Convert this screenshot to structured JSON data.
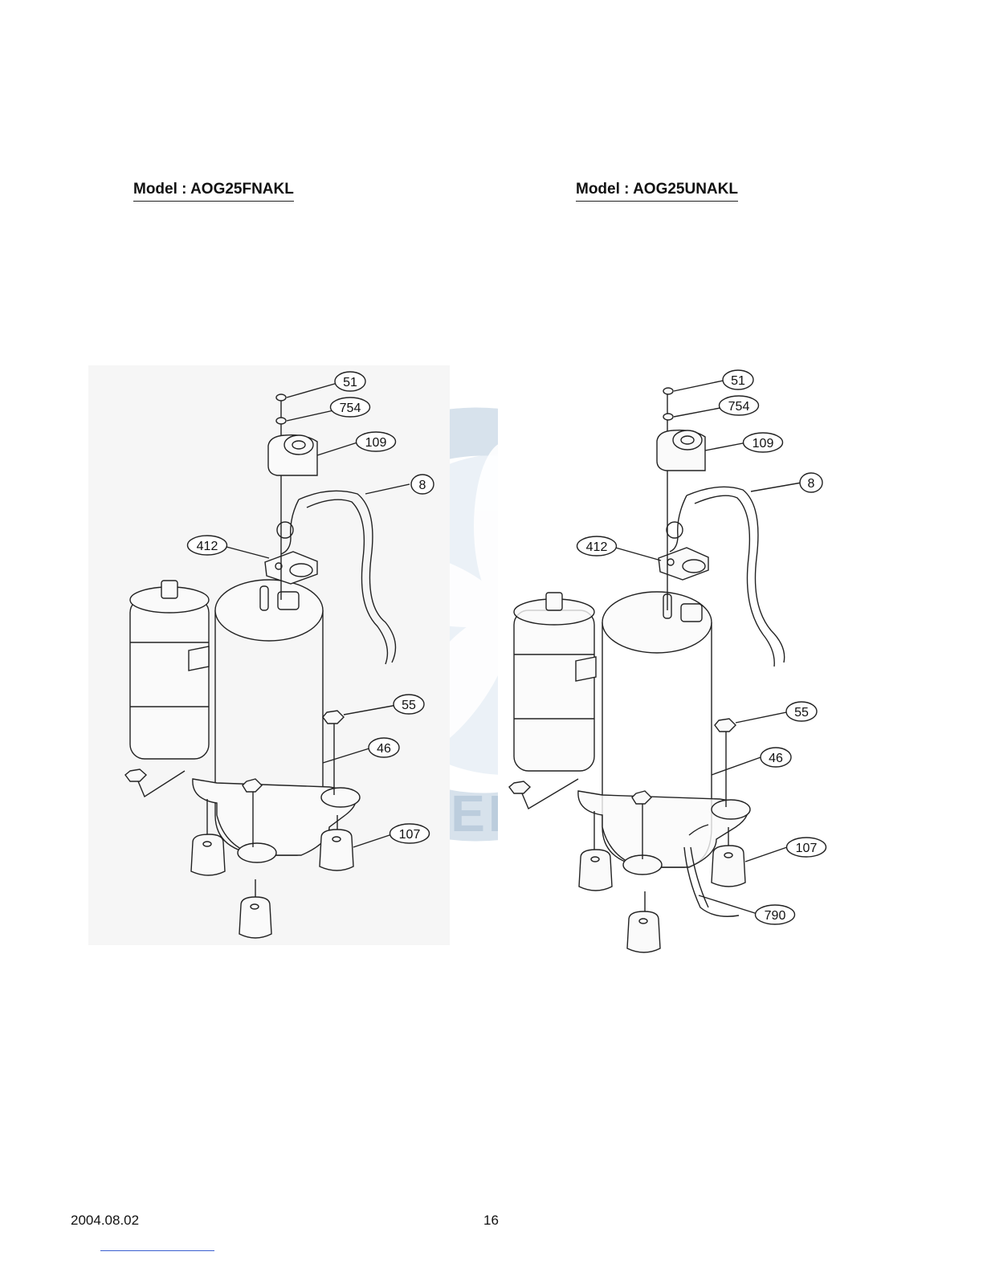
{
  "titles": {
    "left": "Model : AOG25FNAKL",
    "right": "Model : AOG25UNAKL"
  },
  "watermark_text": "EMINDEL CLIMA",
  "left_callouts": [
    "51",
    "754",
    "109",
    "8",
    "412",
    "55",
    "46",
    "107"
  ],
  "right_callouts": [
    "51",
    "754",
    "109",
    "8",
    "412",
    "55",
    "46",
    "107",
    "790"
  ],
  "footer": {
    "date": "2004.08.02",
    "page": "16"
  },
  "colors": {
    "watermark": "#c9d8e6",
    "line": "#222222"
  }
}
